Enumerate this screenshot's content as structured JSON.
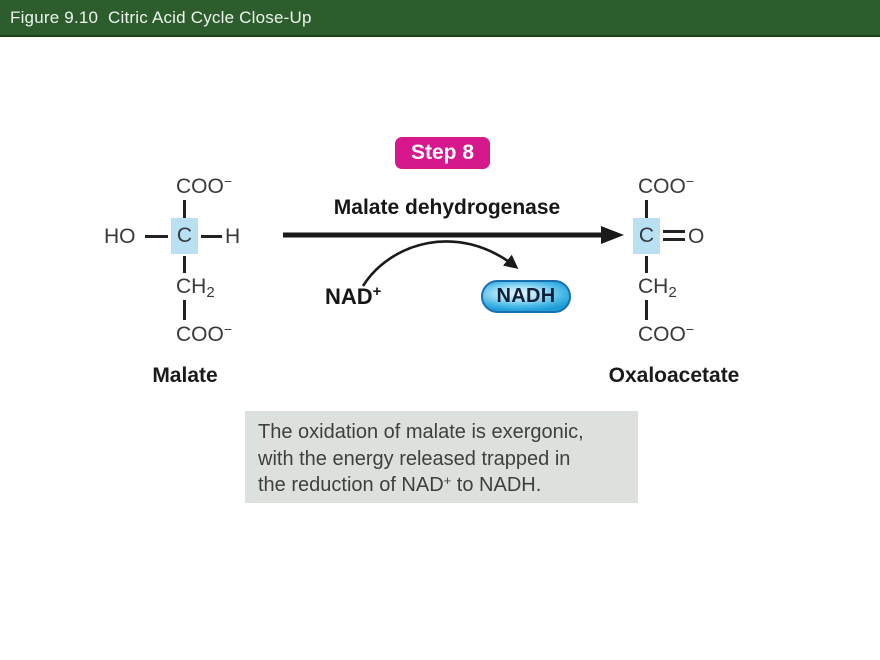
{
  "header": {
    "title": "Figure 9.10  Citric Acid Cycle Close-Up",
    "bg_color": "#2d5d2c",
    "text_color": "#eef4ee"
  },
  "step_badge": {
    "label": "Step 8",
    "bg_color": "#d6188c"
  },
  "reaction": {
    "enzyme": "Malate dehydrogenase",
    "nad": {
      "base": "NAD",
      "sup": "+"
    },
    "nadh": "NADH"
  },
  "molecules": {
    "malate": {
      "name": "Malate",
      "top_group": {
        "base": "COO",
        "sup": "−"
      },
      "left_group": "HO",
      "center_atom": "C",
      "right_atom": "H",
      "mid_group": {
        "base": "CH",
        "sub": "2"
      },
      "bottom_group": {
        "base": "COO",
        "sup": "−"
      }
    },
    "oxaloacetate": {
      "name": "Oxaloacetate",
      "top_group": {
        "base": "COO",
        "sup": "−"
      },
      "center_atom": "C",
      "double_bond_atom": "O",
      "mid_group": {
        "base": "CH",
        "sub": "2"
      },
      "bottom_group": {
        "base": "COO",
        "sup": "−"
      }
    }
  },
  "caption": {
    "line1": "The oxidation of malate is exergonic,",
    "line2": "with the energy released trapped in",
    "line3_pre": "the reduction of NAD",
    "line3_sup": "+",
    "line3_post": " to NADH.",
    "bg_color": "#dde1de"
  },
  "colors": {
    "carbon_highlight": "#b9e1f3",
    "nadh_border": "#1a6fae",
    "nadh_fill": "#45b7e8",
    "arrow_black": "#1a1a1a"
  }
}
